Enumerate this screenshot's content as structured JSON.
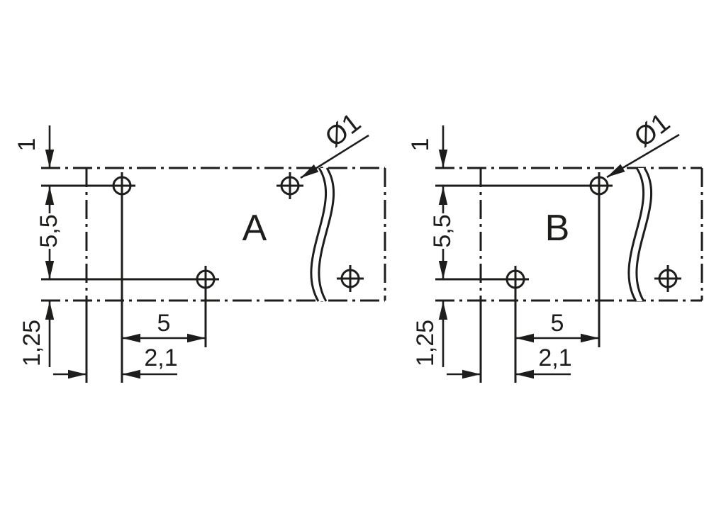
{
  "drawing": {
    "ink": "#1d1d1b",
    "background": "#ffffff",
    "views": [
      {
        "label": "A",
        "dims": {
          "edge_top": "1",
          "row_spacing": "5,5",
          "edge_bottom": "1,25",
          "pitch": "5",
          "offset": "2,1",
          "hole_diameter": "Ø1"
        }
      },
      {
        "label": "B",
        "dims": {
          "edge_top": "1",
          "row_spacing": "5,5",
          "edge_bottom": "1,25",
          "pitch": "5",
          "offset": "2,1",
          "hole_diameter": "Ø1"
        }
      }
    ]
  }
}
